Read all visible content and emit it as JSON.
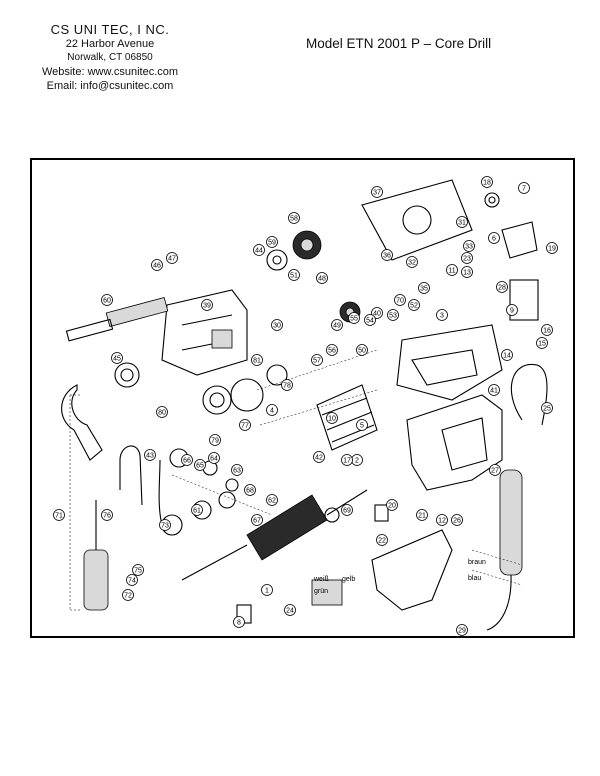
{
  "company": {
    "name": "CS UNI TEC, I NC.",
    "street": "22 Harbor Avenue",
    "city": "Norwalk, CT 06850",
    "website": "Website: www.csunitec.com",
    "email": "Email: info@csunitec.com"
  },
  "document": {
    "title": "Model ETN 2001 P – Core Drill"
  },
  "diagram": {
    "part_numbers": [
      "1",
      "2",
      "3",
      "4",
      "5",
      "6",
      "7",
      "8",
      "9",
      "10",
      "11",
      "12",
      "13",
      "14",
      "15",
      "16",
      "17",
      "18",
      "19",
      "20",
      "21",
      "22",
      "23",
      "24",
      "25",
      "26",
      "27",
      "28",
      "29",
      "30",
      "31",
      "32",
      "33",
      "35",
      "36",
      "37",
      "39",
      "40",
      "41",
      "42",
      "43",
      "44",
      "45",
      "46",
      "47",
      "48",
      "49",
      "50",
      "51",
      "52",
      "53",
      "54",
      "55",
      "56",
      "57",
      "58",
      "59",
      "60",
      "61",
      "62",
      "63",
      "64",
      "65",
      "66",
      "67",
      "68",
      "69",
      "70",
      "71",
      "72",
      "73",
      "74",
      "75",
      "76",
      "77",
      "78",
      "79",
      "80",
      "81"
    ],
    "wire_labels": [
      "weiß",
      "gelb",
      "grün",
      "braun",
      "blau"
    ]
  }
}
